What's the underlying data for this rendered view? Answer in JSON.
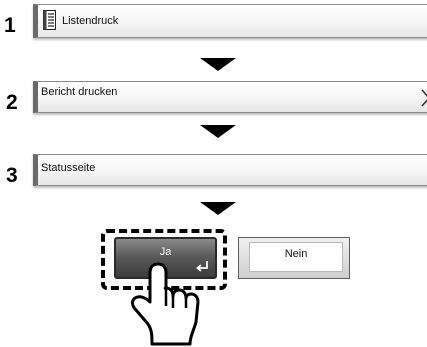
{
  "steps": [
    {
      "number": "1",
      "label": "Listendruck",
      "icon": "document-list-icon"
    },
    {
      "number": "2",
      "label": "Bericht drucken",
      "icon": "chevron-right-icon"
    },
    {
      "number": "3",
      "label": "Statusseite"
    }
  ],
  "dialog": {
    "yes_label": "Ja",
    "no_label": "Nein",
    "yes_icon": "enter-return-icon"
  },
  "pointer_icon": "pointing-hand-icon",
  "colors": {
    "arrow": "#000000",
    "yes_button": "#5a5a5a",
    "no_button": "#ffffff"
  }
}
